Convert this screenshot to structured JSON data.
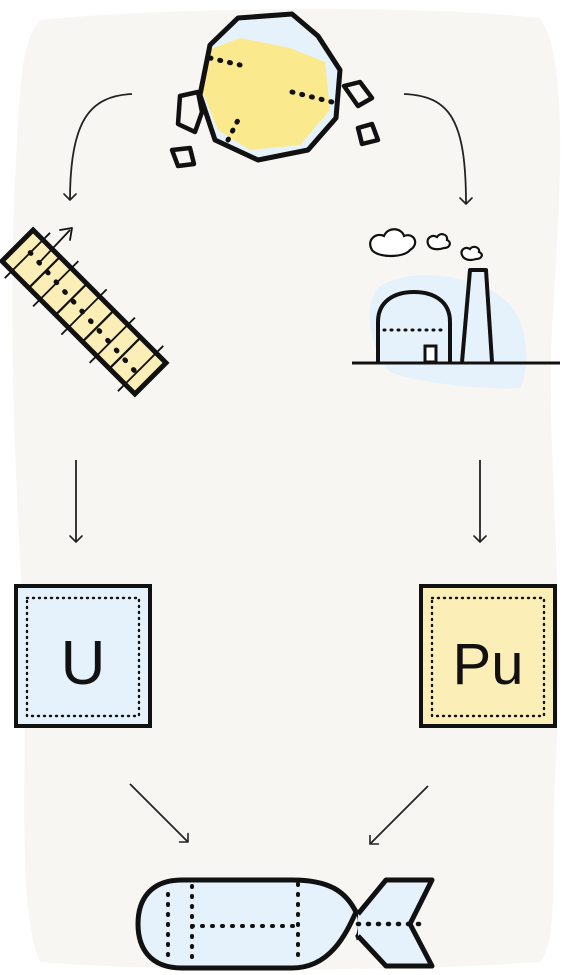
{
  "diagram": {
    "elements": {
      "uranium": {
        "symbol": "U"
      },
      "plutonium": {
        "symbol": "Pu"
      }
    },
    "colors": {
      "background_blob": "#f7f6f3",
      "outline": "#111111",
      "light_blue": "#e6f2fb",
      "yellow": "#fbe98d",
      "cream": "#fbeeb6"
    },
    "icons": [
      "uranium-ore-icon",
      "centrifuge-enrichment-icon",
      "nuclear-reactor-icon",
      "uranium-element-tile",
      "plutonium-element-tile",
      "atomic-bomb-icon"
    ]
  }
}
